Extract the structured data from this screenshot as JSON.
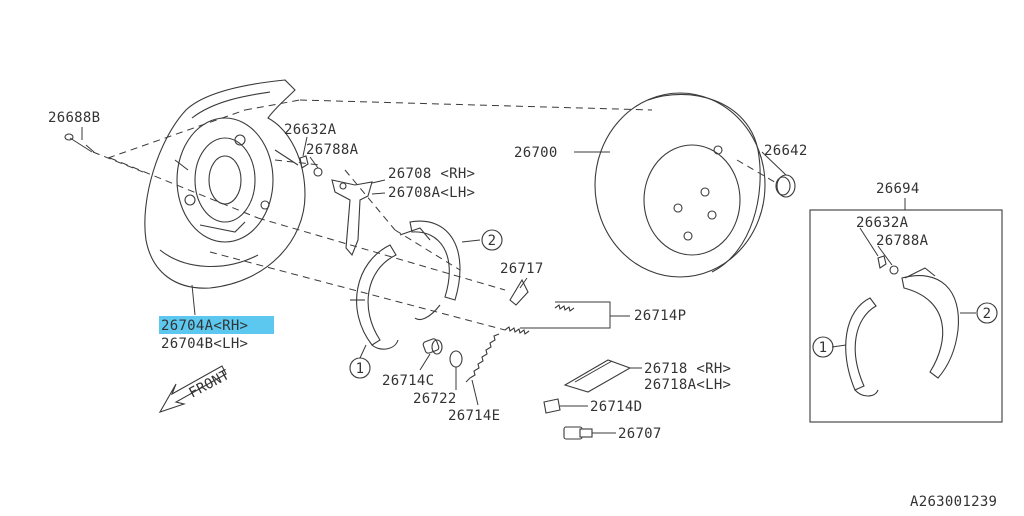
{
  "diagram_id": "A263001239",
  "front_label": "FRONT",
  "callouts": {
    "c1": "1",
    "c2": "2"
  },
  "selected_part": "26704A<RH>",
  "parts": {
    "p26688B": "26688B",
    "p26632A": "26632A",
    "p26788A": "26788A",
    "p26708": "26708 <RH>",
    "p26708A": "26708A<LH>",
    "p26704A": "26704A<RH>",
    "p26704B": "26704B<LH>",
    "p26717": "26717",
    "p26714P": "26714P",
    "p26714C": "26714C",
    "p26722": "26722",
    "p26714E": "26714E",
    "p26700": "26700",
    "p26642": "26642",
    "p26718": "26718 <RH>",
    "p26718A": "26718A<LH>",
    "p26714D": "26714D",
    "p26707": "26707",
    "p26694": "26694",
    "p26632A_kit": "26632A",
    "p26788A_kit": "26788A"
  },
  "colors": {
    "line": "#3a3a3a",
    "text": "#333333",
    "highlight": "#5cc8f0"
  }
}
